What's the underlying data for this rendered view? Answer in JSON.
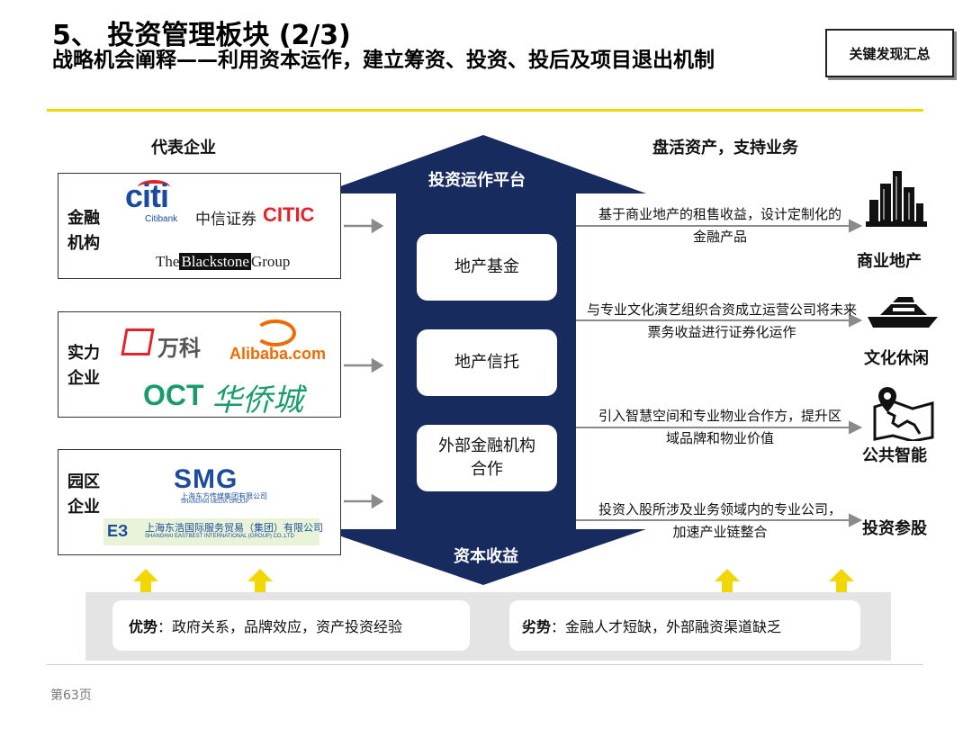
{
  "title": {
    "line1": "5、 投资管理板块 (2/3)",
    "line2": "战略机会阐释——利用资本运作，建立筹资、投资、投后及项目退出机制"
  },
  "key_findings_button": "关键发现汇总",
  "left": {
    "header": "代表企业",
    "groups": [
      {
        "label": "金融机构",
        "logos": [
          "citi",
          "Citibank",
          "中信证券",
          "CITIC",
          "The Blackstone Group"
        ]
      },
      {
        "label": "实力企业",
        "logos": [
          "万科",
          "Alibaba.com",
          "OCT",
          "华侨城"
        ]
      },
      {
        "label": "园区企业",
        "logos": [
          "SMG",
          "上海东方传媒集团有限公司",
          "SHANGHAI MEDIA GROUP",
          "上海东浩国际服务贸易（集团）有限公司",
          "SHANGHAI EASTBEST INTERNATIONAL (GROUP) CO.,LTD"
        ]
      }
    ]
  },
  "center": {
    "top_label": "投资运作平台",
    "bottom_label": "资本收益",
    "items": [
      "地产基金",
      "地产信托",
      "外部金融机构合作"
    ]
  },
  "right": {
    "header": "盘活资产，支持业务",
    "rows": [
      {
        "text": "基于商业地产的租售收益，设计定制化的金融产品",
        "label": "商业地产",
        "icon": "buildings-icon"
      },
      {
        "text": "与专业文化演艺组织合资成立运营公司将未来票务收益进行证券化运作",
        "label": "文化休闲",
        "icon": "yacht-icon"
      },
      {
        "text": "引入智慧空间和专业物业合作方，提升区域品牌和物业价值",
        "label": "公共智能",
        "icon": "map-pin-icon"
      },
      {
        "text": "投资入股所涉及业务领域内的专业公司，加速产业链整合",
        "label": "投资参股",
        "icon": ""
      }
    ]
  },
  "bottom": {
    "advantage_label": "优势",
    "advantage_text": "：政府关系，品牌效应，资产投资经验",
    "disadvantage_label": "劣势",
    "disadvantage_text": "：金融人才短缺，外部融资渠道缺乏"
  },
  "page_number": "第63页",
  "colors": {
    "accent_yellow": "#f2d600",
    "navy": "#172b5e",
    "arrow_gray": "#8a8a8a"
  }
}
